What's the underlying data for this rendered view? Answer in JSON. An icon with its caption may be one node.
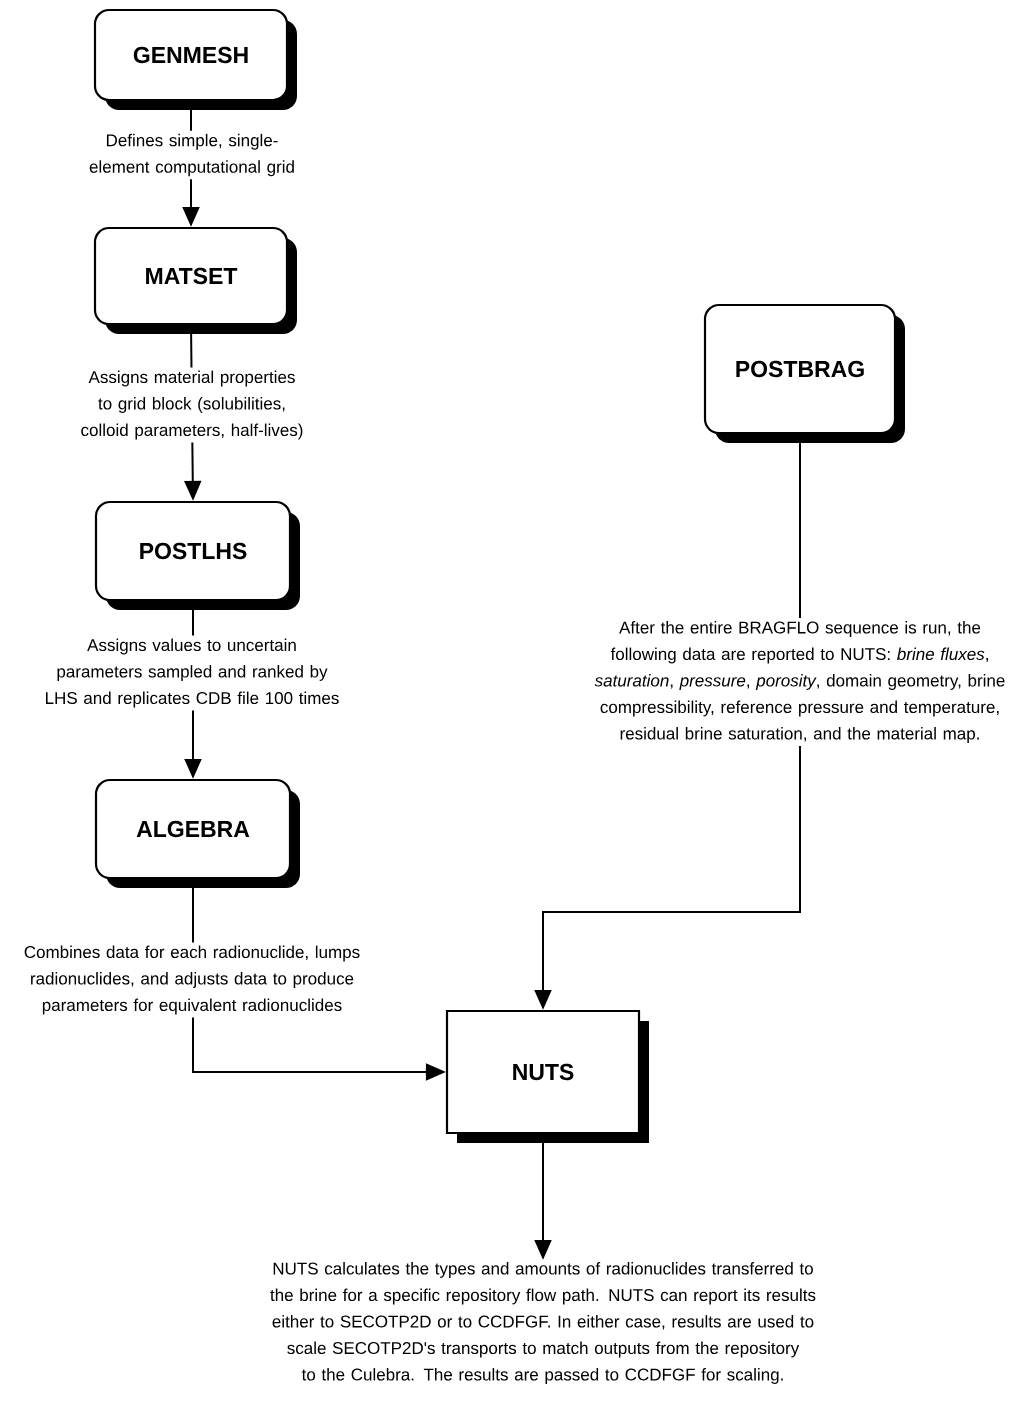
{
  "diagram": {
    "nodes": [
      {
        "text": [
          "GENMESH"
        ]
      },
      {
        "text": [
          "MATSET"
        ]
      },
      {
        "text": [
          "POSTLHS"
        ]
      },
      {
        "text": [
          "ALGEBRA"
        ]
      },
      {
        "text": [
          "POSTBRAG"
        ]
      },
      {
        "text": [
          "NUTS"
        ]
      },
      {
        "text": [
          "NUTS calculates the types and amounts of radionuclides transferred to the brine for a specific repository flow path.  NUTS can report its results either to SECOTP2D or to CCDFGF.  In either case, results are used to scale SECOTP2D's transports to match outputs from the repository to the Culebra. The results are passed to CCDFGF for scaling."
        ]
      }
    ],
    "edges": [
      {
        "from": 0,
        "to": 1,
        "arrow": "to",
        "label": "Defines simple, single-element computational grid"
      },
      {
        "from": 1,
        "to": 2,
        "arrow": "to",
        "label": "Assigns material properties to grid block (solubilities, colloid parameters, half-lives)"
      },
      {
        "from": 2,
        "to": 3,
        "arrow": "to",
        "label": "Assigns values to uncertain parameters sampled and ranked by LHS and replicates CDB file 100 times"
      },
      {
        "from": 3,
        "to": 5,
        "arrow": "to",
        "label": "Combines data for each radionuclide, lumps radionuclides, and adjusts data to produce parameters for equivalent radionuclides"
      },
      {
        "from": 4,
        "to": 5,
        "arrow": "to",
        "label": "After the entire BRAGFLO sequence is run, the following data are reported to NUTS: *brine fluxes*, *saturation*, *pressure*, *porosity*, domain geometry, brine compressibility, reference pressure and temperature, residual brine saturation, and the material map."
      },
      {
        "from": 5,
        "to": 6,
        "arrow": "to"
      }
    ]
  }
}
